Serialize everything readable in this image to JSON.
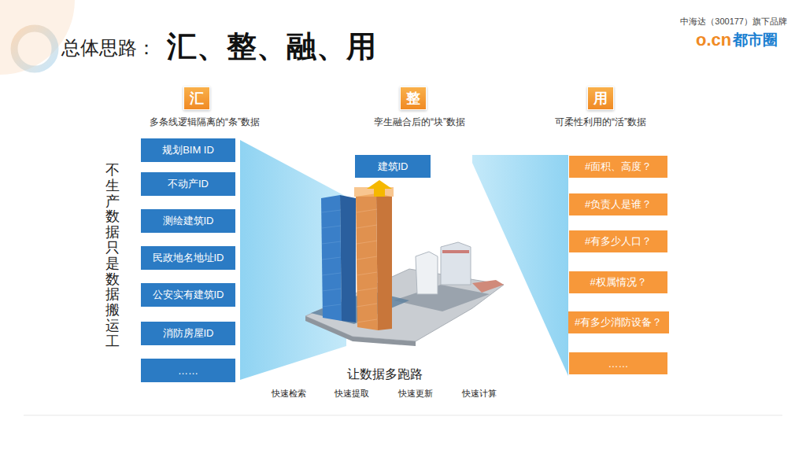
{
  "diagram": {
    "title": "总体思路：",
    "nodes": [
      {
        "text": [
          "汇"
        ]
      },
      {
        "text": [
          "整"
        ]
      },
      {
        "text": [
          "用"
        ]
      },
      {
        "text": [
          "规划BIM ID"
        ]
      },
      {
        "text": [
          "不动产ID"
        ]
      },
      {
        "text": [
          "测绘建筑ID"
        ]
      },
      {
        "text": [
          "民政地名地址ID"
        ]
      },
      {
        "text": [
          "公安实有建筑ID"
        ]
      },
      {
        "text": [
          "消防房屋ID"
        ]
      },
      {
        "text": [
          "……"
        ]
      },
      {
        "text": [
          "建筑ID"
        ]
      },
      {
        "text": [
          "#面积、高度？"
        ]
      },
      {
        "text": [
          "#负责人是谁？"
        ]
      },
      {
        "text": [
          "#有多少人口？"
        ]
      },
      {
        "text": [
          "#权属情况？"
        ]
      },
      {
        "text": [
          "#有多少消防设备？"
        ]
      },
      {
        "text": [
          "……"
        ]
      }
    ],
    "labels": [
      "汇、整、融、用",
      "中海达（300177）旗下品牌",
      "o.cn",
      "都市圈",
      "多条线逻辑隔离的“条”数据",
      "孪生融合后的“块”数据",
      "可柔性利用的“活”数据",
      "不生产数据 只是数据搬运工",
      "让数据多跑路",
      "快速检索",
      "快速提取",
      "快速更新",
      "快速计算"
    ]
  }
}
